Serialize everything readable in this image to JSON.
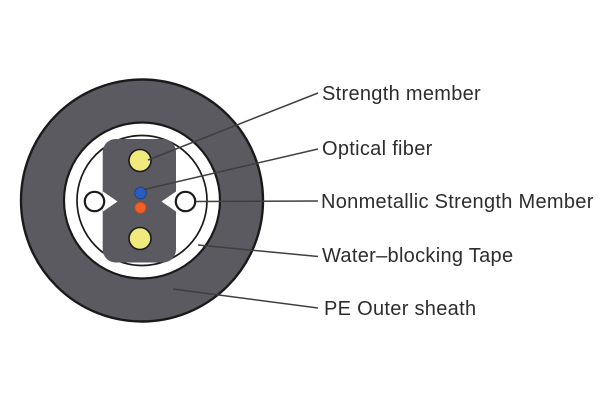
{
  "diagram": {
    "labels": [
      {
        "text": "Strength member",
        "target": "yellow strength member circle (top)"
      },
      {
        "text": "Optical fiber",
        "target": "blue fiber dot in core center"
      },
      {
        "text": "Nonmetallic Strength Member",
        "target": "white side circle (right)"
      },
      {
        "text": "Water–blocking Tape",
        "target": "white band between sheath and core"
      },
      {
        "text": "PE Outer sheath",
        "target": "dark gray outer ring"
      }
    ],
    "colors": {
      "background": "#ffffff",
      "sheath_gray": "#5a5a60",
      "tape_white": "#ffffff",
      "strength_member_yellow": "#efe97e",
      "optical_fiber_blue": "#2b5cc0",
      "fiber_orange": "#f2602a",
      "outline_black": "#1a1a1a",
      "leader_line": "#3f3f3f"
    }
  }
}
